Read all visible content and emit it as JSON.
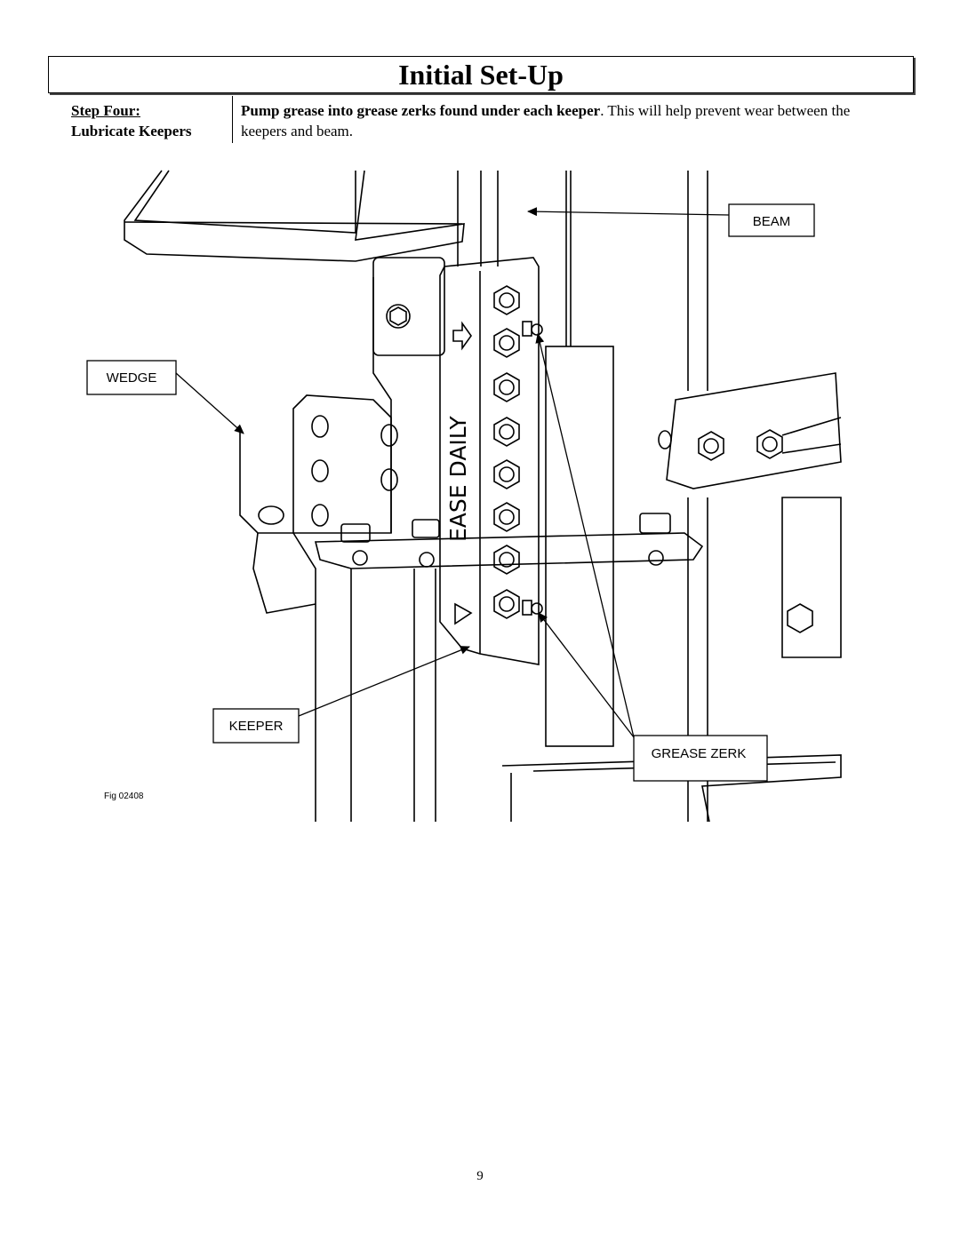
{
  "header": {
    "title": "Initial Set-Up"
  },
  "step": {
    "name": "Step Four:",
    "subtitle": "Lubricate Keepers",
    "instruction_bold": "Pump grease into grease zerks found under each keeper",
    "instruction_rest": ". This will help prevent wear between the keepers and beam."
  },
  "figure": {
    "callouts": {
      "beam": "BEAM",
      "wedge": "WEDGE",
      "keeper": "KEEPER",
      "grease_zerk": "GREASE ZERK"
    },
    "decal_text": "EASE DAILY",
    "fig_number": "Fig 02408"
  },
  "footer": {
    "page_number": "9"
  }
}
